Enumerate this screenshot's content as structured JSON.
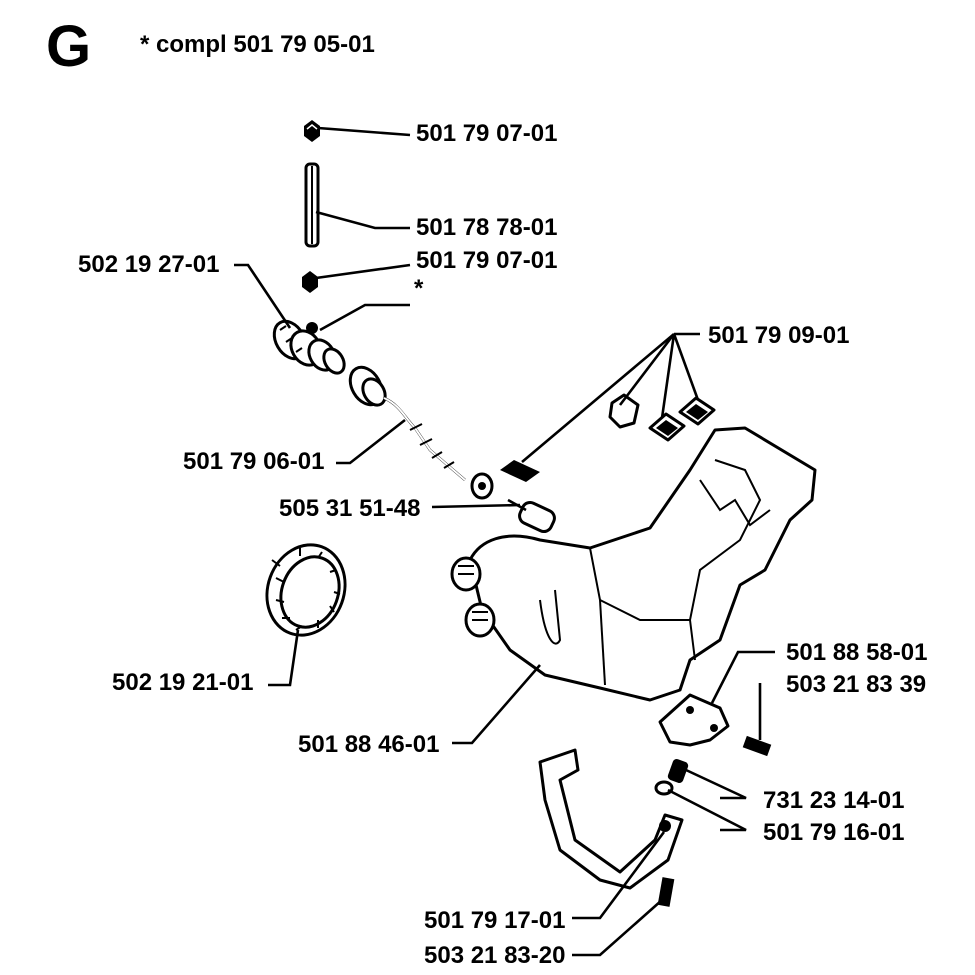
{
  "header": {
    "section_letter": "G",
    "note": "*  compl 501 79 05-01"
  },
  "labels": {
    "p_501790701_a": "501 79 07-01",
    "p_501787801": "501 78 78-01",
    "p_501790701_b": "501 79 07-01",
    "p_star": "*",
    "p_502192701": "502 19 27-01",
    "p_501790901": "501 79 09-01",
    "p_501790601": "501 79 06-01",
    "p_505315148": "505 31 51-48",
    "p_502192101": "502 19 21-01",
    "p_501884601": "501 88 46-01",
    "p_501885801": "501 88 58-01",
    "p_50321839": "503 21 83 39",
    "p_731231401": "731 23 14-01",
    "p_501791601": "501 79 16-01",
    "p_501791701": "501 79 17-01",
    "p_503218320": "503 21 83-20"
  }
}
